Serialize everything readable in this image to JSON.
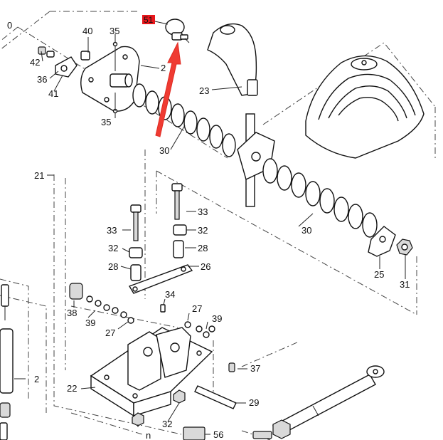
{
  "labels": {
    "l_0": "0",
    "l_40": "40",
    "l_35a": "35",
    "l_51": "51",
    "l_2top": "2",
    "l_42": "42",
    "l_36": "36",
    "l_41": "41",
    "l_35b": "35",
    "l_23": "23",
    "l_30a": "30",
    "l_21": "21",
    "l_33a": "33",
    "l_33b": "33",
    "l_32a": "32",
    "l_32b": "32",
    "l_28a": "28",
    "l_28b": "28",
    "l_26": "26",
    "l_30b": "30",
    "l_25": "25",
    "l_31": "31",
    "l_38": "38",
    "l_34": "34",
    "l_39a": "39",
    "l_27a": "27",
    "l_27b": "27",
    "l_39b": "39",
    "l_2left": "2",
    "l_22": "22",
    "l_37": "37",
    "l_29": "29",
    "l_32c": "32",
    "l_n": "n",
    "l_56": "56"
  },
  "colors": {
    "badge": "#e8161b",
    "arrow": "#ef3b32",
    "ink": "#111111"
  }
}
